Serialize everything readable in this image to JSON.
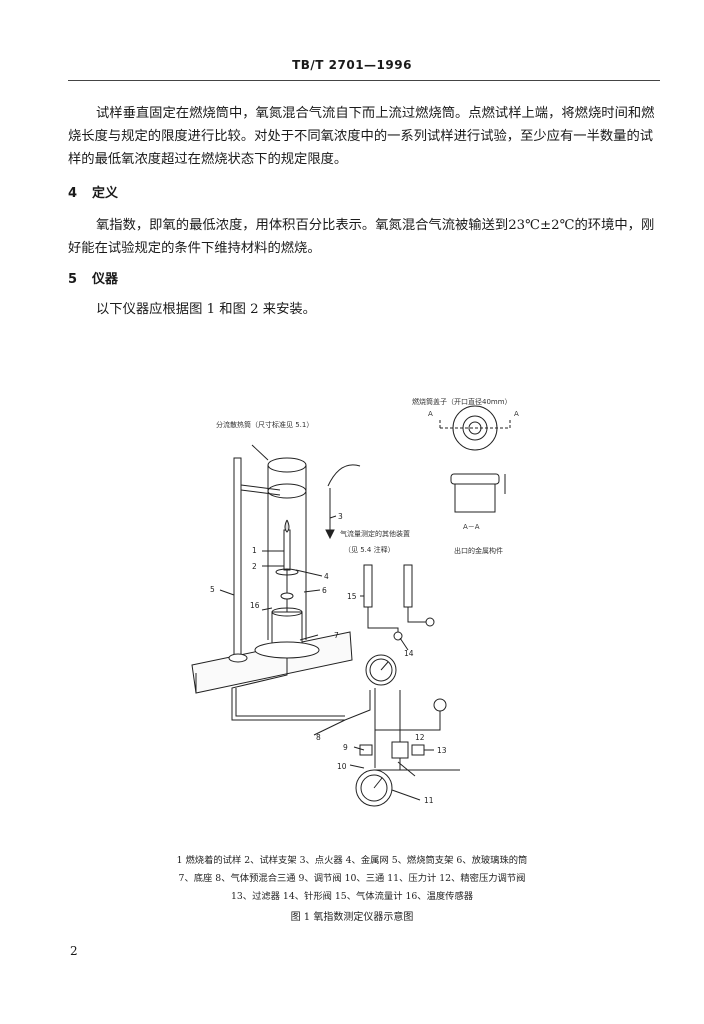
{
  "header": {
    "standard_number": "TB/T 2701—1996"
  },
  "body": {
    "paragraph_1": "试样垂直固定在燃烧筒中，氧氮混合气流自下而上流过燃烧筒。点燃试样上端，将燃烧时间和燃烧长度与规定的限度进行比较。对处于不同氧浓度中的一系列试样进行试验，至少应有一半数量的试样的最低氧浓度超过在燃烧状态下的规定限度。",
    "section_4": {
      "number": "4",
      "title": "定义"
    },
    "paragraph_2": "氧指数，即氧的最低浓度，用体积百分比表示。氧氮混合气流被输送到23℃±2℃的环境中，刚好能在试验规定的条件下维持材料的燃烧。",
    "section_5": {
      "number": "5",
      "title": "仪器"
    },
    "paragraph_3": "以下仪器应根据图 1 和图 2 来安装。"
  },
  "figure": {
    "label_top_left": "分流散热筒（尺寸标准见 5.1）",
    "label_top_right": "燃烧筒盖子（开口直径40mm）",
    "label_section_a": "A",
    "label_section_aa": "A－A",
    "label_outlet": "出口的金属构件",
    "label_flow_note": "气流量测定的其他装置",
    "label_flow_note_ref": "（见 5.4 注释）",
    "part_numbers": [
      "1",
      "2",
      "3",
      "4",
      "5",
      "6",
      "7",
      "8",
      "9",
      "10",
      "11",
      "12",
      "13",
      "14",
      "15",
      "16"
    ]
  },
  "legend": {
    "line_1": "1  燃烧着的试样   2、试样支架   3、点火器   4、金属网   5、燃烧筒支架   6、放玻璃珠的筒",
    "line_2": "7、底座   8、气体预混合三通   9、调节阀   10、三通   11、压力计   12、精密压力调节阀",
    "line_3": "13、过滤器   14、针形阀   15、气体流量计   16、温度传感器"
  },
  "caption": "图 1   氧指数测定仪器示意图",
  "page_number": "2"
}
